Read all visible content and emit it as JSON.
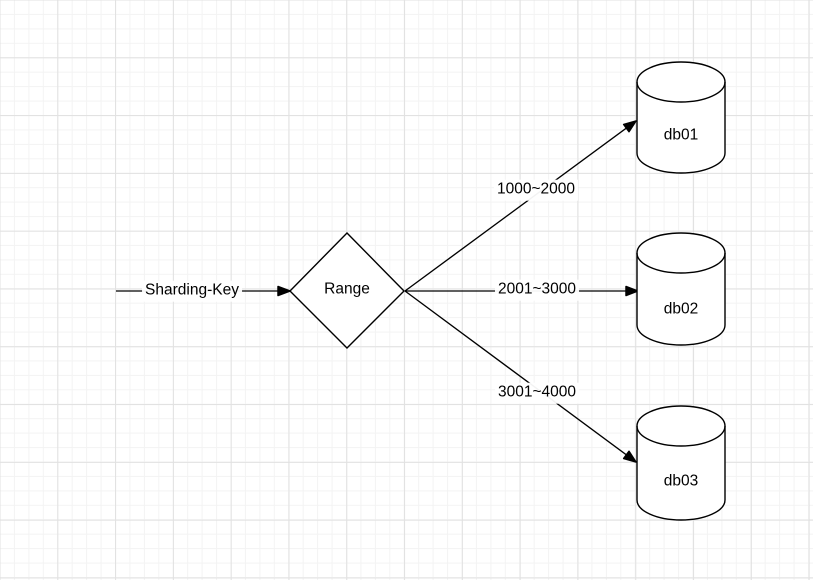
{
  "canvas": {
    "background": "#ffffff",
    "grid_minor_color": "#f3f3f3",
    "grid_major_color": "#e1e1e1",
    "stroke_color": "#000000",
    "shape_fill_color": "#ffffff"
  },
  "diagram": {
    "input_edge": {
      "label": "Sharding-Key"
    },
    "decision_node": {
      "label": "Range",
      "shape": "diamond"
    },
    "range_edges": [
      {
        "label": "1000~2000",
        "target": "db01"
      },
      {
        "label": "2001~3000",
        "target": "db02"
      },
      {
        "label": "3001~4000",
        "target": "db03"
      }
    ],
    "database_nodes": [
      {
        "label": "db01",
        "shape": "cylinder"
      },
      {
        "label": "db02",
        "shape": "cylinder"
      },
      {
        "label": "db03",
        "shape": "cylinder"
      }
    ]
  }
}
